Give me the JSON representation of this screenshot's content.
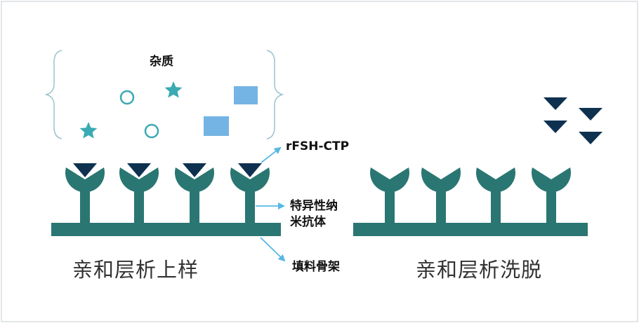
{
  "labels": {
    "impurities": "杂质",
    "target": "rFSH-CTP",
    "antibody_line1": "特异性纳",
    "antibody_line2": "米抗体",
    "matrix": "填料骨架",
    "loading": "亲和层析上样",
    "elution": "亲和层析洗脱"
  },
  "colors": {
    "antibody": "#2a7672",
    "matrix_bar": "#2a7672",
    "target_triangle": "#0e3150",
    "star": "#3aaab3",
    "circle": "#3aaab3",
    "square": "#74b4e4",
    "arrow": "#55b8e6",
    "bracket": "#9bc3cf",
    "frame": "#d9dde0"
  },
  "icons": {
    "impurity_star": "star-icon",
    "impurity_circle": "circle-icon",
    "impurity_square": "square-icon",
    "target": "triangle-down-icon",
    "antibody": "y-antibody-icon"
  }
}
